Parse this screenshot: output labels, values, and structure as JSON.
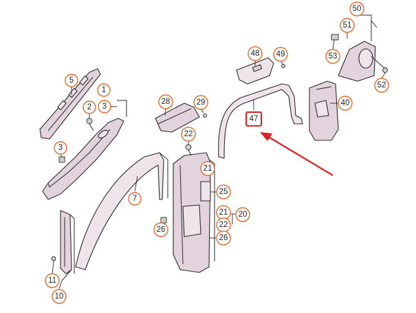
{
  "callouts": [
    {
      "id": "c50",
      "label": "50"
    },
    {
      "id": "c51",
      "label": "51"
    },
    {
      "id": "c53",
      "label": "53"
    },
    {
      "id": "c52",
      "label": "52"
    },
    {
      "id": "c48",
      "label": "48"
    },
    {
      "id": "c49",
      "label": "49"
    },
    {
      "id": "c40",
      "label": "40"
    },
    {
      "id": "c5",
      "label": "5"
    },
    {
      "id": "c1",
      "label": "1"
    },
    {
      "id": "c2",
      "label": "2"
    },
    {
      "id": "c3a",
      "label": "3"
    },
    {
      "id": "c28",
      "label": "28"
    },
    {
      "id": "c29",
      "label": "29"
    },
    {
      "id": "c22a",
      "label": "22"
    },
    {
      "id": "c21a",
      "label": "21"
    },
    {
      "id": "c3b",
      "label": "3"
    },
    {
      "id": "c7",
      "label": "7"
    },
    {
      "id": "c25",
      "label": "25"
    },
    {
      "id": "c21b",
      "label": "21"
    },
    {
      "id": "c20",
      "label": "20"
    },
    {
      "id": "c22b",
      "label": "22"
    },
    {
      "id": "c26a",
      "label": "26"
    },
    {
      "id": "c26b",
      "label": "26"
    },
    {
      "id": "c11",
      "label": "11"
    },
    {
      "id": "c10",
      "label": "10"
    }
  ],
  "highlight": {
    "label": "47"
  },
  "colors": {
    "callout_ring": "#e06a2a",
    "highlight": "#e02020",
    "part_fill": "#e3d3dc"
  }
}
